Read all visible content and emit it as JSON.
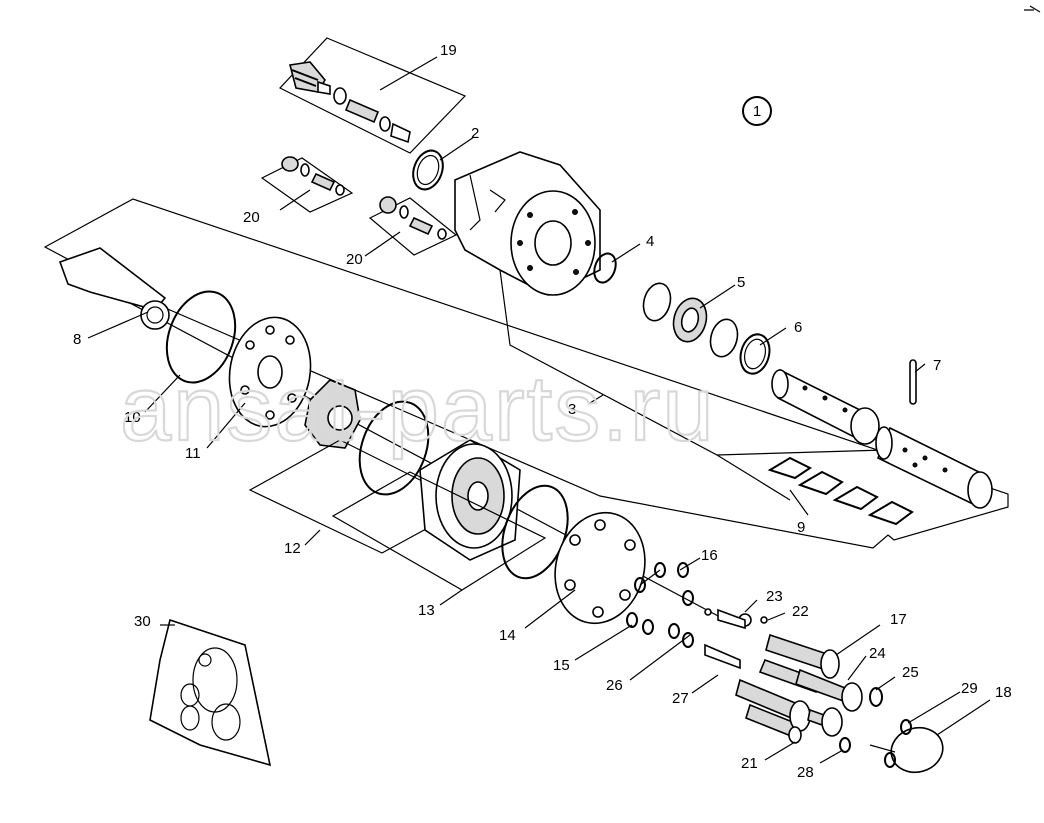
{
  "diagram": {
    "callout": "1",
    "watermark": "ansat-parts.ru",
    "labels": {
      "p2": "2",
      "p3": "3",
      "p4": "4",
      "p5": "5",
      "p6": "6",
      "p7": "7",
      "p8": "8",
      "p9": "9",
      "p10": "10",
      "p11": "11",
      "p12": "12",
      "p13": "13",
      "p14": "14",
      "p15": "15",
      "p16": "16",
      "p17": "17",
      "p18": "18",
      "p19": "19",
      "p20a": "20",
      "p20b": "20",
      "p21": "21",
      "p22": "22",
      "p23": "23",
      "p24": "24",
      "p25": "25",
      "p26": "26",
      "p27": "27",
      "p28": "28",
      "p29": "29",
      "p30": "30"
    }
  }
}
